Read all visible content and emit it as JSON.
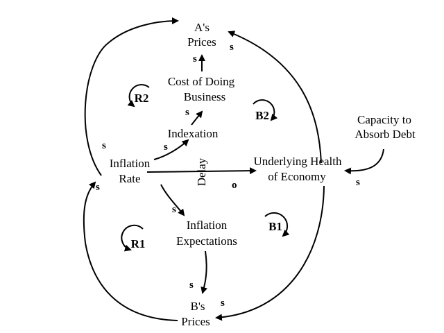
{
  "nodes": {
    "a_prices": [
      "A's",
      "Prices"
    ],
    "cost_of_doing_business": [
      "Cost of Doing",
      "Business"
    ],
    "indexation": "Indexation",
    "inflation_rate": [
      "Inflation",
      "Rate"
    ],
    "underlying_health": [
      "Underlying Health",
      "of Economy"
    ],
    "capacity_to_absorb_debt": [
      "Capacity to",
      "Absorb Debt"
    ],
    "inflation_expectations": [
      "Inflation",
      "Expectations"
    ],
    "b_prices": [
      "B's",
      "Prices"
    ]
  },
  "delay_label": "Delay",
  "polarity": {
    "same": "s",
    "opposite": "o"
  },
  "loops": {
    "r2": "R2",
    "b2": "B2",
    "r1": "R1",
    "b1": "B1"
  }
}
